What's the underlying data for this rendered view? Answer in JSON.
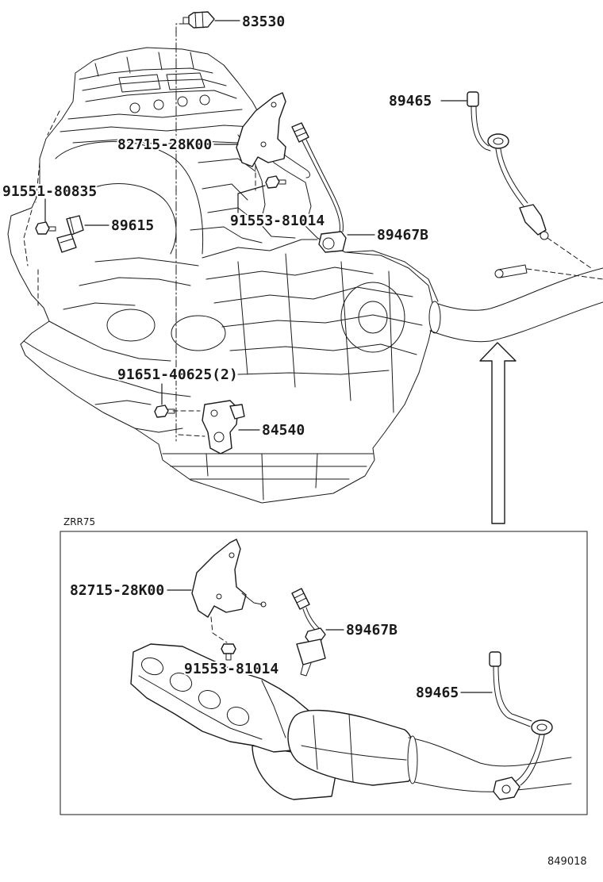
{
  "colors": {
    "ink": "#1a1a1a",
    "paper": "#ffffff"
  },
  "main": {
    "callouts": [
      "83530",
      "89465",
      "82715-28K00",
      "91551-80835",
      "89615",
      "91553-81014",
      "89467B",
      "91651-40625(2)",
      "84540"
    ]
  },
  "inset": {
    "model_code": "ZRR75",
    "callouts": [
      "82715-28K00",
      "89467B",
      "91553-81014",
      "89465"
    ]
  },
  "illustration_number": "849018"
}
